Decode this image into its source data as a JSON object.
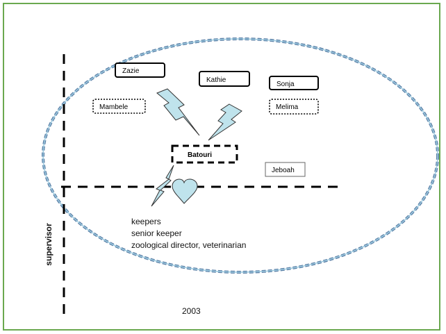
{
  "diagram": {
    "individuals": {
      "zazie": "Zazie",
      "kathie": "Kathie",
      "sonja": "Sonja",
      "mambele": "Mambele",
      "melima": "Melima",
      "batouri": "Batouri",
      "jeboah": "Jeboah"
    },
    "axis_label_vertical": "supervisor",
    "legend_lines": [
      "keepers",
      "senior keeper",
      "zoological director, veterinarian"
    ],
    "year": "2003",
    "colors": {
      "frame": "#6aa84f",
      "ellipse_outer": "#5b7fa6",
      "ellipse_inner": "#9ecbe0",
      "bolt_fill": "#bfe3ec",
      "heart_fill": "#bfe3ec",
      "stroke": "#333333"
    }
  }
}
